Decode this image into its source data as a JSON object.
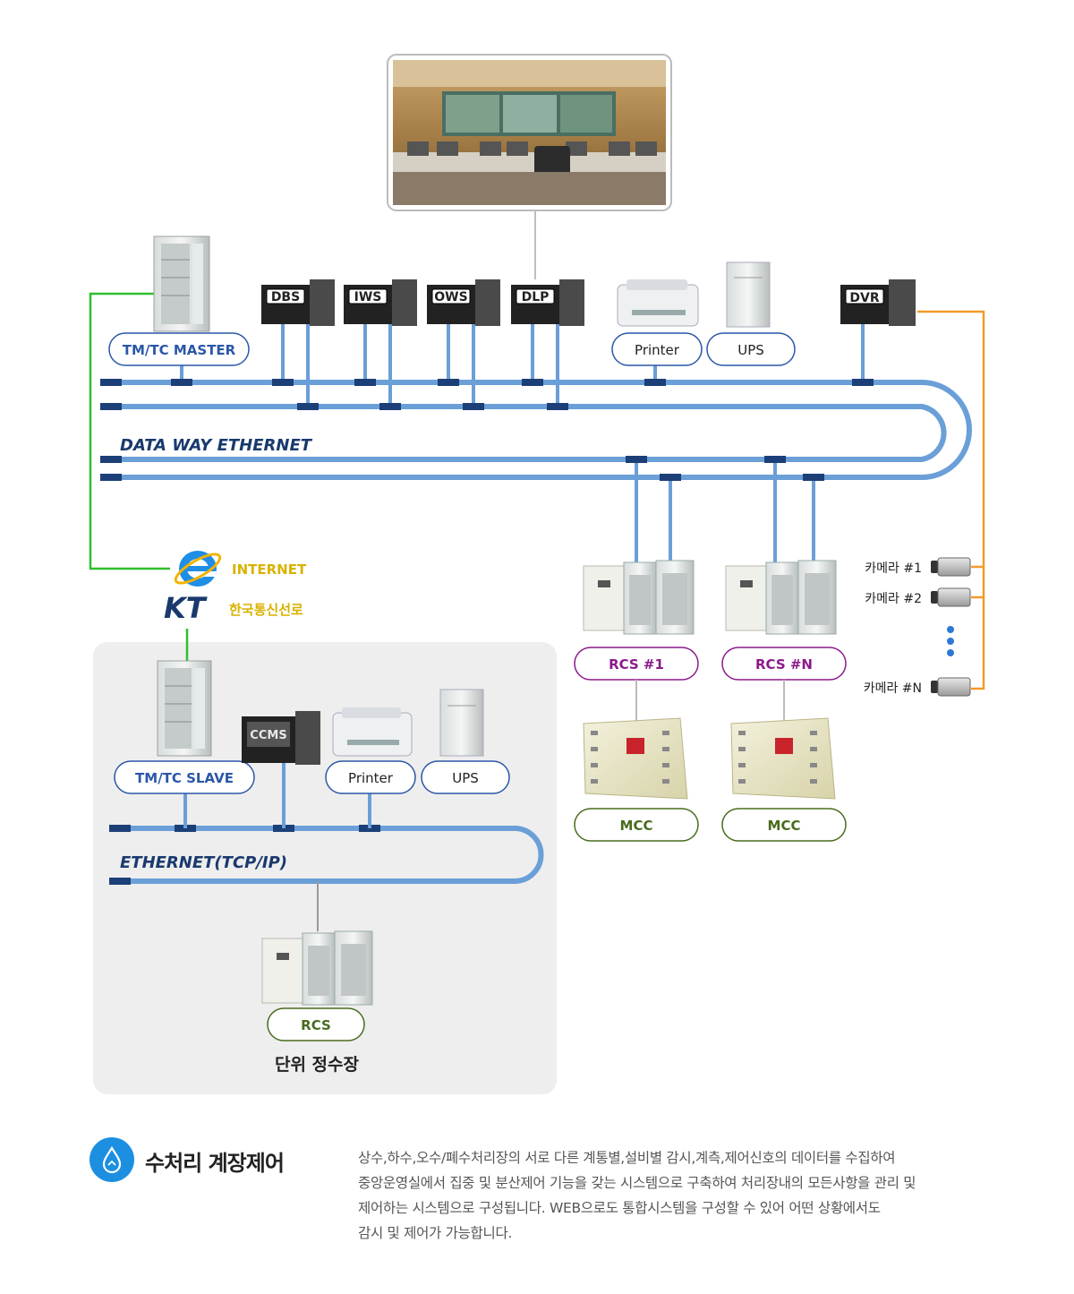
{
  "labels": {
    "tmtc_master": "TM/TC MASTER",
    "dbs": "DBS",
    "iws": "IWS",
    "ows": "OWS",
    "dlp": "DLP",
    "printer_top": "Printer",
    "ups_top": "UPS",
    "dvr": "DVR",
    "data_way": "DATA WAY ETHERNET",
    "internet": "INTERNET",
    "kt_logo": "KT",
    "kt_line": "한국통신선로",
    "rcs1": "RCS #1",
    "rcsn": "RCS #N",
    "mcc1": "MCC",
    "mccn": "MCC",
    "camera1": "카메라 #1",
    "camera2": "카메라 #2",
    "cameran": "카메라 #N",
    "tmtc_slave": "TM/TC SLAVE",
    "ccms": "CCMS",
    "printer_bottom": "Printer",
    "ups_bottom": "UPS",
    "ethernet": "ETHERNET(TCP/IP)",
    "rcs_local": "RCS",
    "unit_plant": "단위 정수장"
  },
  "description": {
    "icon": "water-recycle-icon",
    "title": "수처리 계장제어",
    "lines": [
      "상수,하수,오수/폐수처리장의 서로 다른 계통별,설비별 감시,계측,제어신호의 데이터를 수집하여",
      "중앙운영실에서 집중 및 분산제어 기능을 갖는 시스템으로 구축하여 처리장내의 모든사항을 관리 및",
      "제어하는 시스템으로 구성됩니다. WEB으로도 통합시스템을 구성할 수 있어 어떤 상황에서도",
      "감시 및 제어가 가능합니다."
    ]
  },
  "colors": {
    "bus": "#6a9fd8",
    "bus_connector": "#1c3f78",
    "label_blue": "#2b57a8",
    "label_purple": "#8b1a8b",
    "label_green": "#4a6b1e",
    "internet_text": "#d9b200",
    "green_line": "#2fbf2f",
    "orange_line": "#f39a2a",
    "panel_bg": "#eeeeee",
    "accent": "#1c8fe0"
  }
}
